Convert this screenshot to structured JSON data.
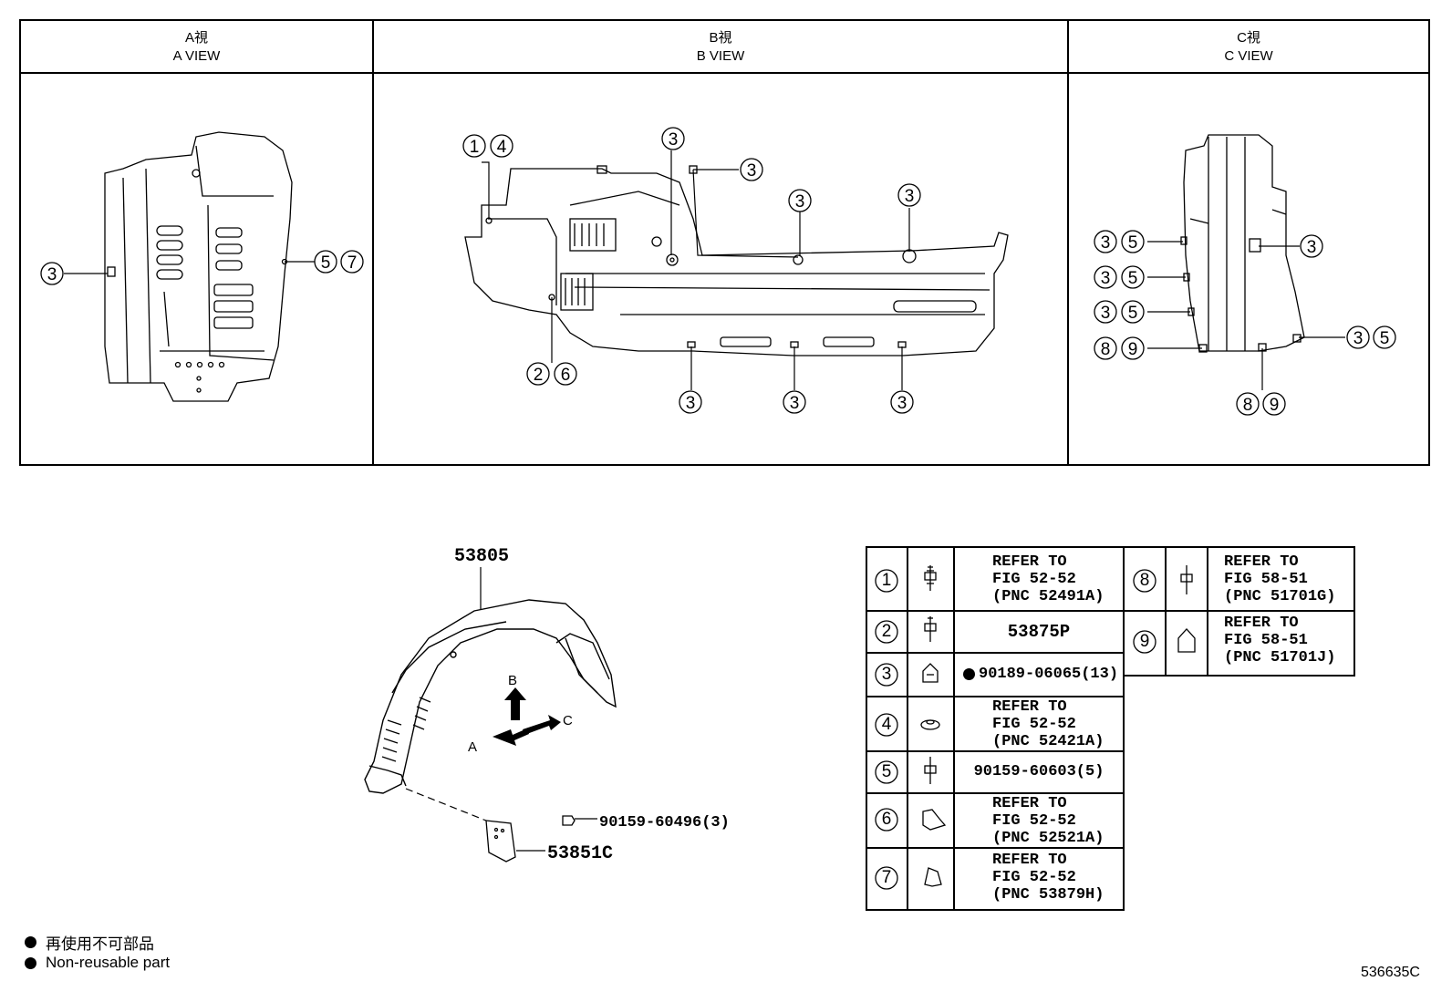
{
  "views": [
    {
      "jp": "A視",
      "en": "A VIEW"
    },
    {
      "jp": "B視",
      "en": "B VIEW"
    },
    {
      "jp": "C視",
      "en": "C VIEW"
    }
  ],
  "callouts": {
    "n1": "1",
    "n2": "2",
    "n3": "3",
    "n4": "4",
    "n5": "5",
    "n6": "6",
    "n7": "7",
    "n8": "8",
    "n9": "9"
  },
  "main_assembly": {
    "part_53805": "53805",
    "part_53851c": "53851C",
    "screw_label": "90159-60496(3)",
    "arrow_a": "A",
    "arrow_b": "B",
    "arrow_c": "C"
  },
  "parts_table": [
    {
      "num": "1",
      "lines": [
        "REFER TO",
        "FIG 52-52",
        "(PNC 52491A)"
      ]
    },
    {
      "num": "2",
      "lines": [
        "53875P"
      ]
    },
    {
      "num": "3",
      "lines": [
        "90189-06065(13)"
      ],
      "nonreusable": true
    },
    {
      "num": "4",
      "lines": [
        "REFER TO",
        "FIG 52-52",
        "(PNC 52421A)"
      ]
    },
    {
      "num": "5",
      "lines": [
        "90159-60603(5)"
      ]
    },
    {
      "num": "6",
      "lines": [
        "REFER TO",
        "FIG 52-52",
        "(PNC 52521A)"
      ]
    },
    {
      "num": "7",
      "lines": [
        "REFER TO",
        "FIG 52-52",
        "(PNC 53879H)"
      ]
    },
    {
      "num": "8",
      "lines": [
        "REFER TO",
        "FIG 58-51",
        "(PNC 51701G)"
      ]
    },
    {
      "num": "9",
      "lines": [
        "REFER TO",
        "FIG 58-51",
        "(PNC 51701J)"
      ]
    }
  ],
  "legend": {
    "jp": "再使用不可部品",
    "en": "Non-reusable part"
  },
  "figure_id": "536635C"
}
